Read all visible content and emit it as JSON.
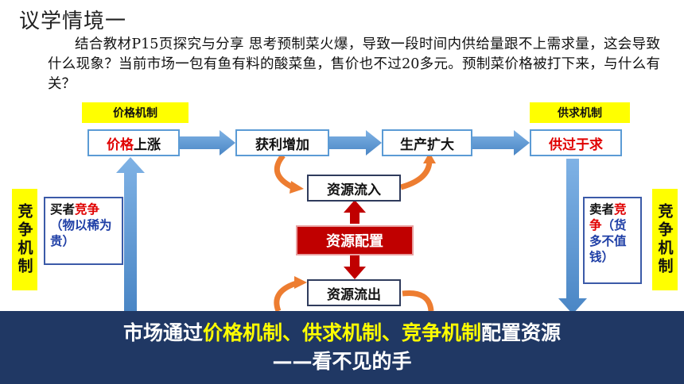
{
  "title": "议学情境一",
  "paragraph": "结合教材P15页探究与分享 思考预制菜火爆，导致一段时间内供给量跟不上需求量，这会导致什么现象？当前市场一包有鱼有料的酸菜鱼，售价也不过20多元。预制菜价格被打下来，与什么有关？",
  "labels": {
    "price_mechanism": "价格机制",
    "supply_demand_mechanism": "供求机制"
  },
  "flow": {
    "price_rise_red": "价格",
    "price_rise_black": "上涨",
    "profit_increase": "获利增加",
    "production_expand": "生产扩大",
    "supply_exceeds": "供过于求"
  },
  "center": {
    "inflow": "资源流入",
    "allocation": "资源配置",
    "outflow": "资源流出"
  },
  "left_side": {
    "vertical_label": "竞争机制",
    "buyers_prefix": "买者",
    "buyers_comp": "竞争",
    "buyers_note": "（物以稀为贵）"
  },
  "right_side": {
    "vertical_label": "竞争机制",
    "sellers_prefix": "卖者",
    "sellers_comp": "竞争",
    "sellers_note": "（货多不值钱）"
  },
  "banner": {
    "prefix": "市场通过",
    "highlight": "价格机制、供求机制、竞争机制",
    "suffix": "配置资源",
    "line2": "——看不见的手"
  },
  "colors": {
    "arrow_blue": "#5b9bd5",
    "arrow_orange": "#ed7d31",
    "banner_navy": "#203864",
    "highlight_yellow": "#ffff00",
    "alloc_red": "#c00000"
  }
}
